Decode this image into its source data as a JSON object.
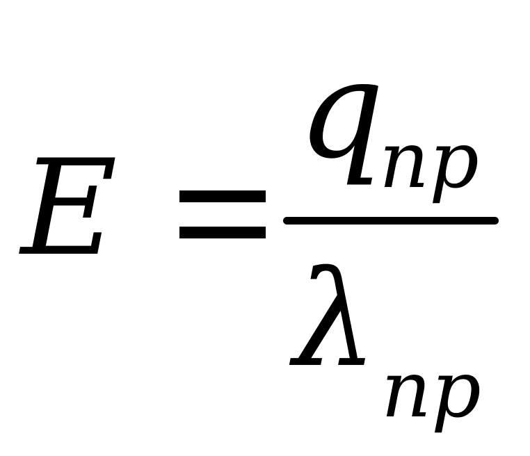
{
  "formula": {
    "lhs": "E",
    "numerator": {
      "symbol": "q",
      "subscript": "np"
    },
    "denominator": {
      "symbol": "λ",
      "subscript": "np"
    },
    "color": "#000000",
    "background": "#ffffff"
  }
}
